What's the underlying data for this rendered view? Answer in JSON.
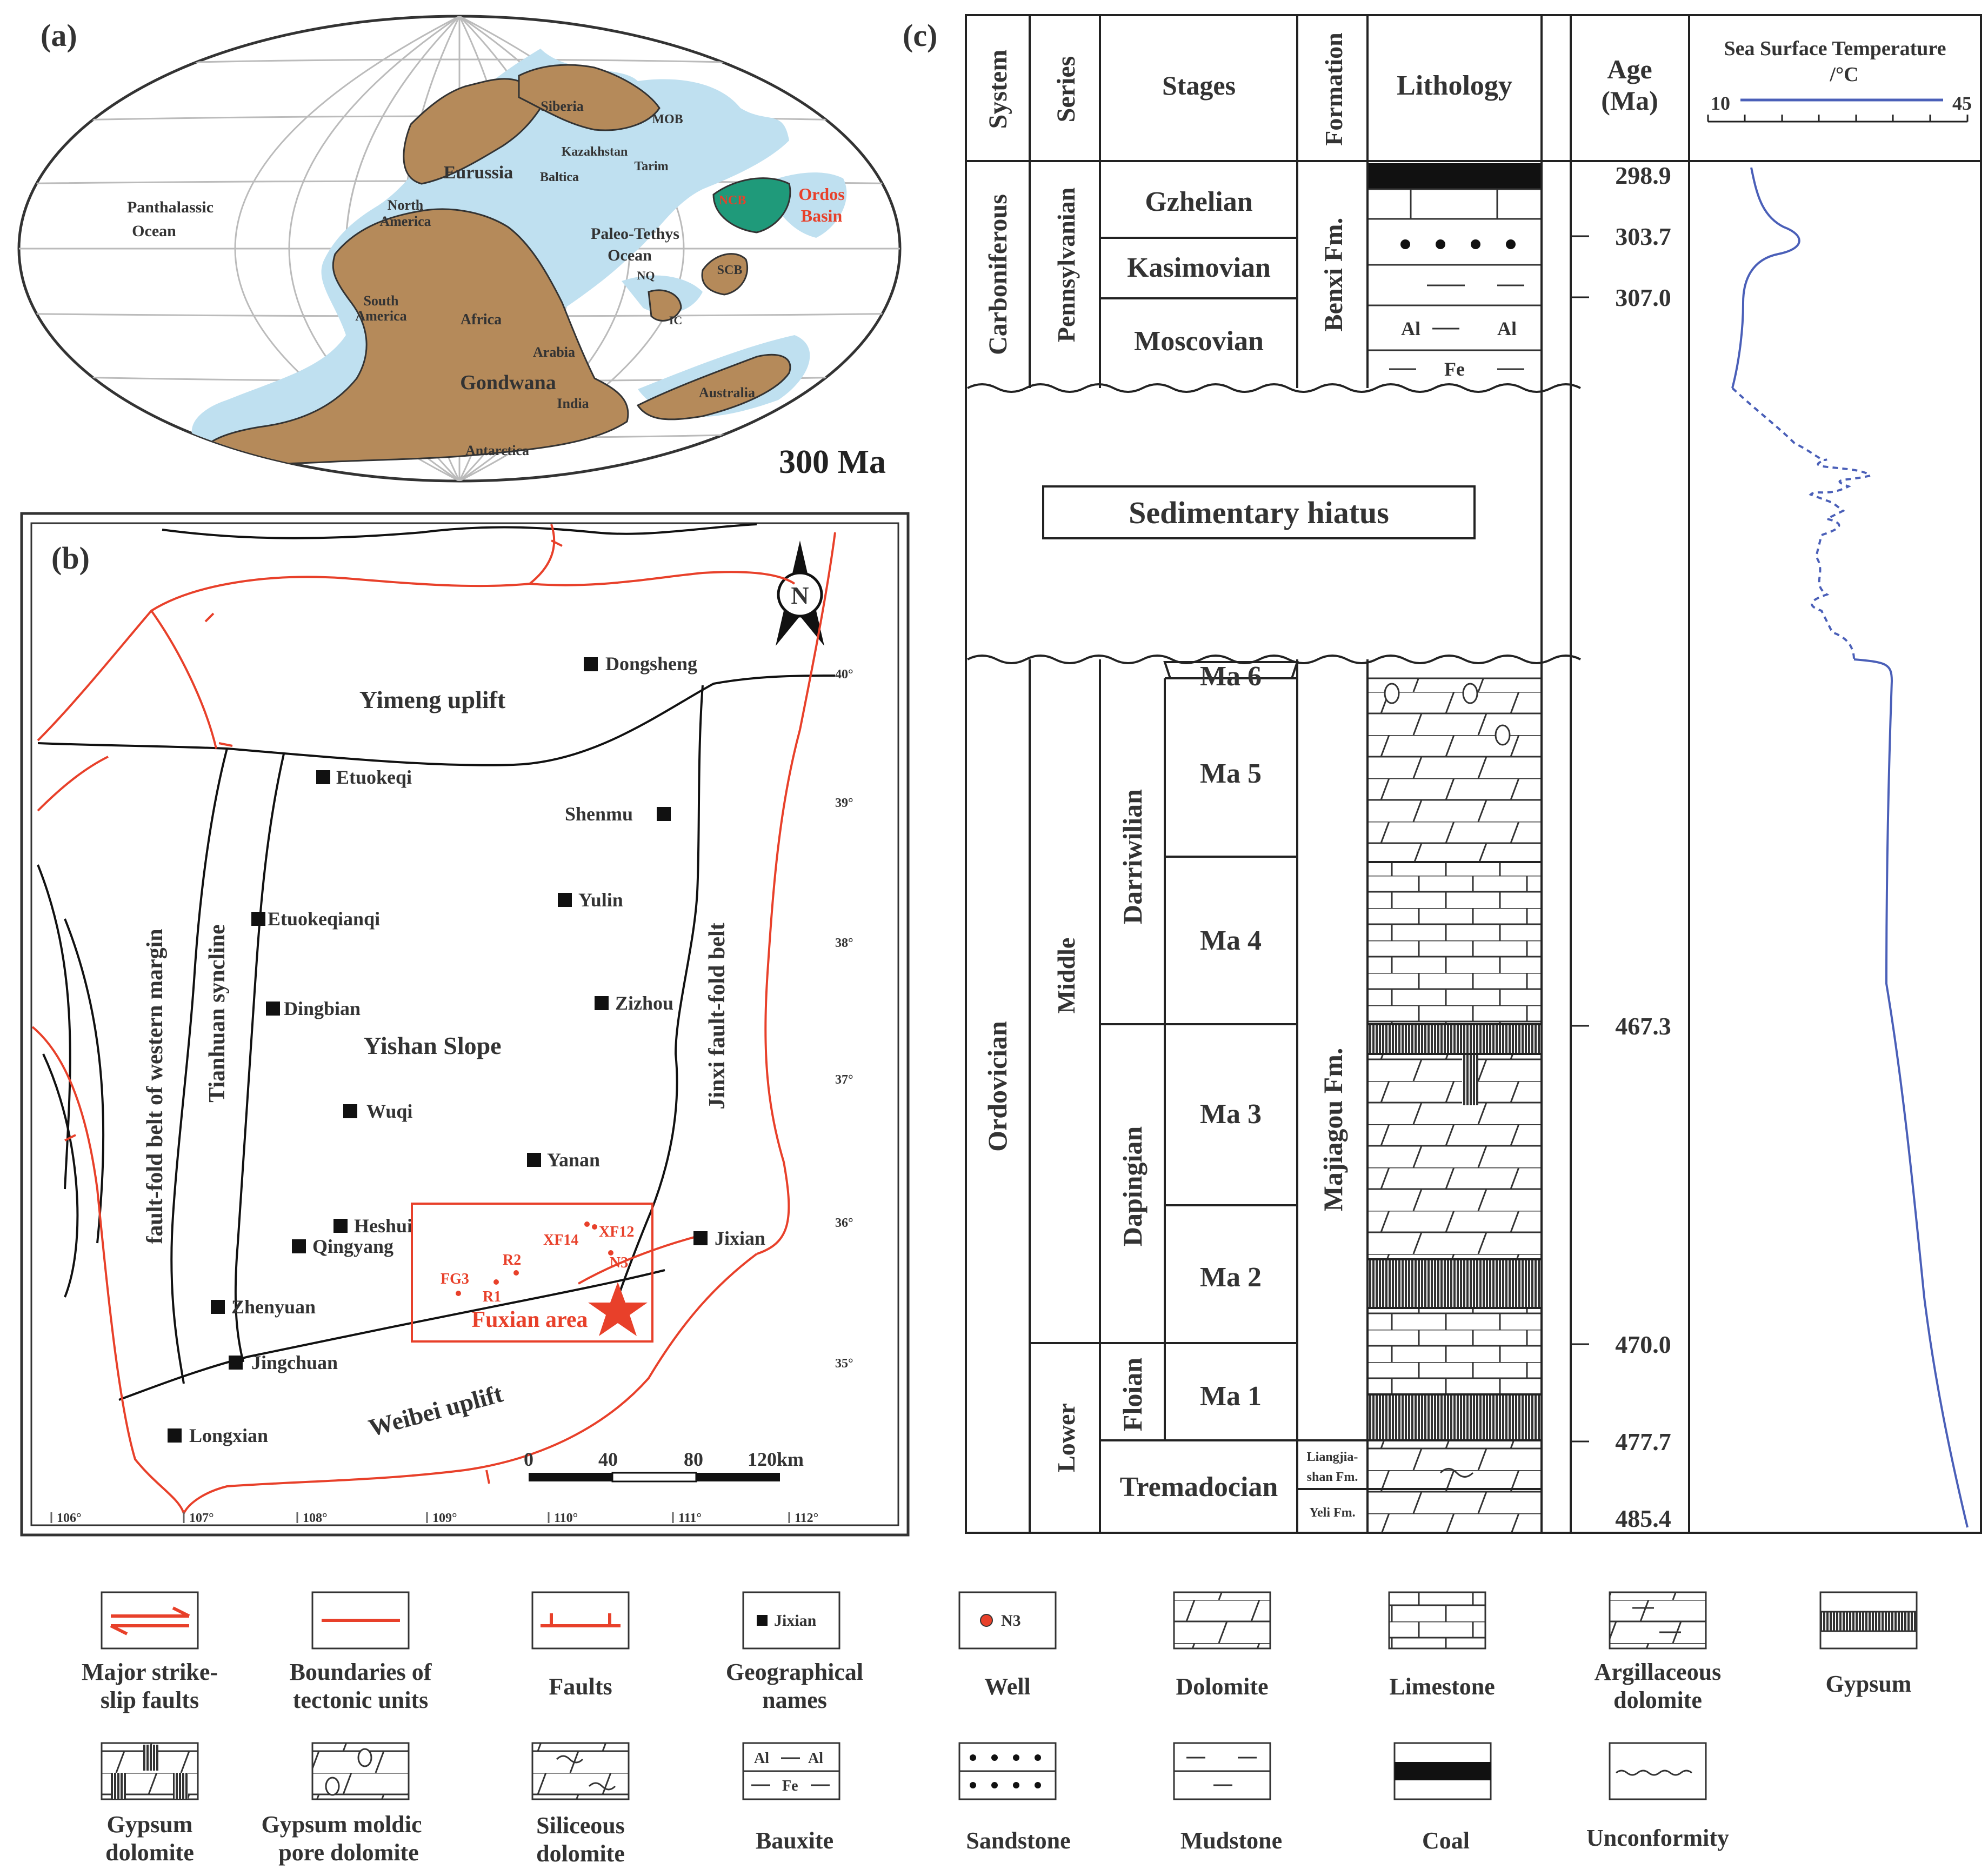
{
  "panel_a": {
    "label": "(a)",
    "age": "300 Ma",
    "regions": {
      "panthalassic": [
        "Panthalassic",
        "Ocean"
      ],
      "paleotethys": [
        "Paleo-Tethys",
        "Ocean"
      ],
      "siberia": "Siberia",
      "mob": "MOB",
      "kazakhstan": "Kazakhstan",
      "tarim": "Tarim",
      "eurussia": "Eurussia",
      "baltica": "Baltica",
      "north_america": [
        "North",
        "America"
      ],
      "south_america": [
        "South",
        "America"
      ],
      "africa": "Africa",
      "arabia": "Arabia",
      "gondwana": "Gondwana",
      "india": "India",
      "australia": "Australia",
      "antarctica": "Antarctica",
      "ncb": "NCB",
      "scb": "SCB",
      "nq": "NQ",
      "ic": "IC",
      "ordos": [
        "Ordos",
        "Basin"
      ]
    }
  },
  "panel_b": {
    "label": "(b)",
    "north": "N",
    "units": {
      "yimeng": "Yimeng uplift",
      "yishan": "Yishan Slope",
      "weibei": "Weibei uplift",
      "tianhuan": "Tianhuan syncline",
      "jinxi": "Jinxi fault-fold belt",
      "western_margin": "fault-fold belt of western margin"
    },
    "towns": [
      "Dongsheng",
      "Etuokeqi",
      "Shenmu",
      "Etuokeqianqi",
      "Yulin",
      "Dingbian",
      "Zizhou",
      "Wuqi",
      "Yanan",
      "Heshui",
      "Qingyang",
      "Jixian",
      "Zhenyuan",
      "Jingchuan",
      "Longxian"
    ],
    "wells": [
      "XF12",
      "XF14",
      "N3",
      "R2",
      "FG3",
      "R1"
    ],
    "study_area": "Fuxian area",
    "lon_ticks": [
      "106°",
      "107°",
      "108°",
      "109°",
      "110°",
      "111°",
      "112°"
    ],
    "lat_ticks": [
      "40°",
      "39°",
      "38°",
      "37°",
      "36°",
      "35°"
    ],
    "scale": [
      "0",
      "40",
      "80",
      "120km"
    ]
  },
  "panel_c": {
    "label": "(c)",
    "headers": {
      "system": "System",
      "series": "Series",
      "stages": "Stages",
      "formation": "Formation",
      "lithology": "Lithology",
      "age": [
        "Age",
        "(Ma)"
      ],
      "sst": [
        "Sea Surface Temperature",
        "/°C"
      ],
      "sst_min": "10",
      "sst_max": "45"
    },
    "systems": [
      "Carboniferous",
      "Ordovician"
    ],
    "series": [
      "Pennsylvanian",
      "Middle",
      "Lower"
    ],
    "stages": [
      "Gzhelian",
      "Kasimovian",
      "Moscovian",
      "Darriwilian",
      "Dapingian",
      "Floian",
      "Tremadocian"
    ],
    "members": [
      "Ma 6",
      "Ma 5",
      "Ma 4",
      "Ma 3",
      "Ma 2",
      "Ma 1"
    ],
    "formations": [
      "Benxi Fm.",
      "Majiagou Fm.",
      [
        "Liangjia-",
        "shan Fm."
      ],
      "Yeli Fm."
    ],
    "ages": [
      "298.9",
      "303.7",
      "307.0",
      "467.3",
      "470.0",
      "477.7",
      "485.4"
    ],
    "hiatus": "Sedimentary hiatus",
    "bauxite": {
      "al": "Al",
      "fe": "Fe"
    }
  },
  "legend": [
    {
      "id": "strike-slip",
      "label": [
        "Major strike-",
        "slip faults"
      ]
    },
    {
      "id": "boundary",
      "label": [
        "Boundaries of",
        "tectonic units"
      ]
    },
    {
      "id": "faults",
      "label": [
        "Faults"
      ]
    },
    {
      "id": "geo",
      "label": [
        "Geographical",
        "names"
      ],
      "sample": "Jixian"
    },
    {
      "id": "well",
      "label": [
        "Well"
      ],
      "sample": "N3"
    },
    {
      "id": "dolomite",
      "label": [
        "Dolomite"
      ]
    },
    {
      "id": "limestone",
      "label": [
        "Limestone"
      ]
    },
    {
      "id": "arg-dolomite",
      "label": [
        "Argillaceous",
        "dolomite"
      ]
    },
    {
      "id": "gypsum",
      "label": [
        "Gypsum"
      ]
    },
    {
      "id": "gyp-dolomite",
      "label": [
        "Gypsum",
        "dolomite"
      ]
    },
    {
      "id": "gyp-moldic",
      "label": [
        "Gypsum moldic",
        "pore dolomite"
      ]
    },
    {
      "id": "sil-dolomite",
      "label": [
        "Siliceous",
        "dolomite"
      ]
    },
    {
      "id": "bauxite",
      "label": [
        "Bauxite"
      ]
    },
    {
      "id": "sandstone",
      "label": [
        "Sandstone"
      ]
    },
    {
      "id": "mudstone",
      "label": [
        "Mudstone"
      ]
    },
    {
      "id": "coal",
      "label": [
        "Coal"
      ]
    },
    {
      "id": "unconformity",
      "label": [
        "Unconformity"
      ]
    }
  ],
  "colors": {
    "land": "#b58a5a",
    "sea": "#bfe0f0",
    "accent": "#e8402a",
    "sst_line": "#4a5fb8",
    "ordos": "#1f9a7a"
  }
}
